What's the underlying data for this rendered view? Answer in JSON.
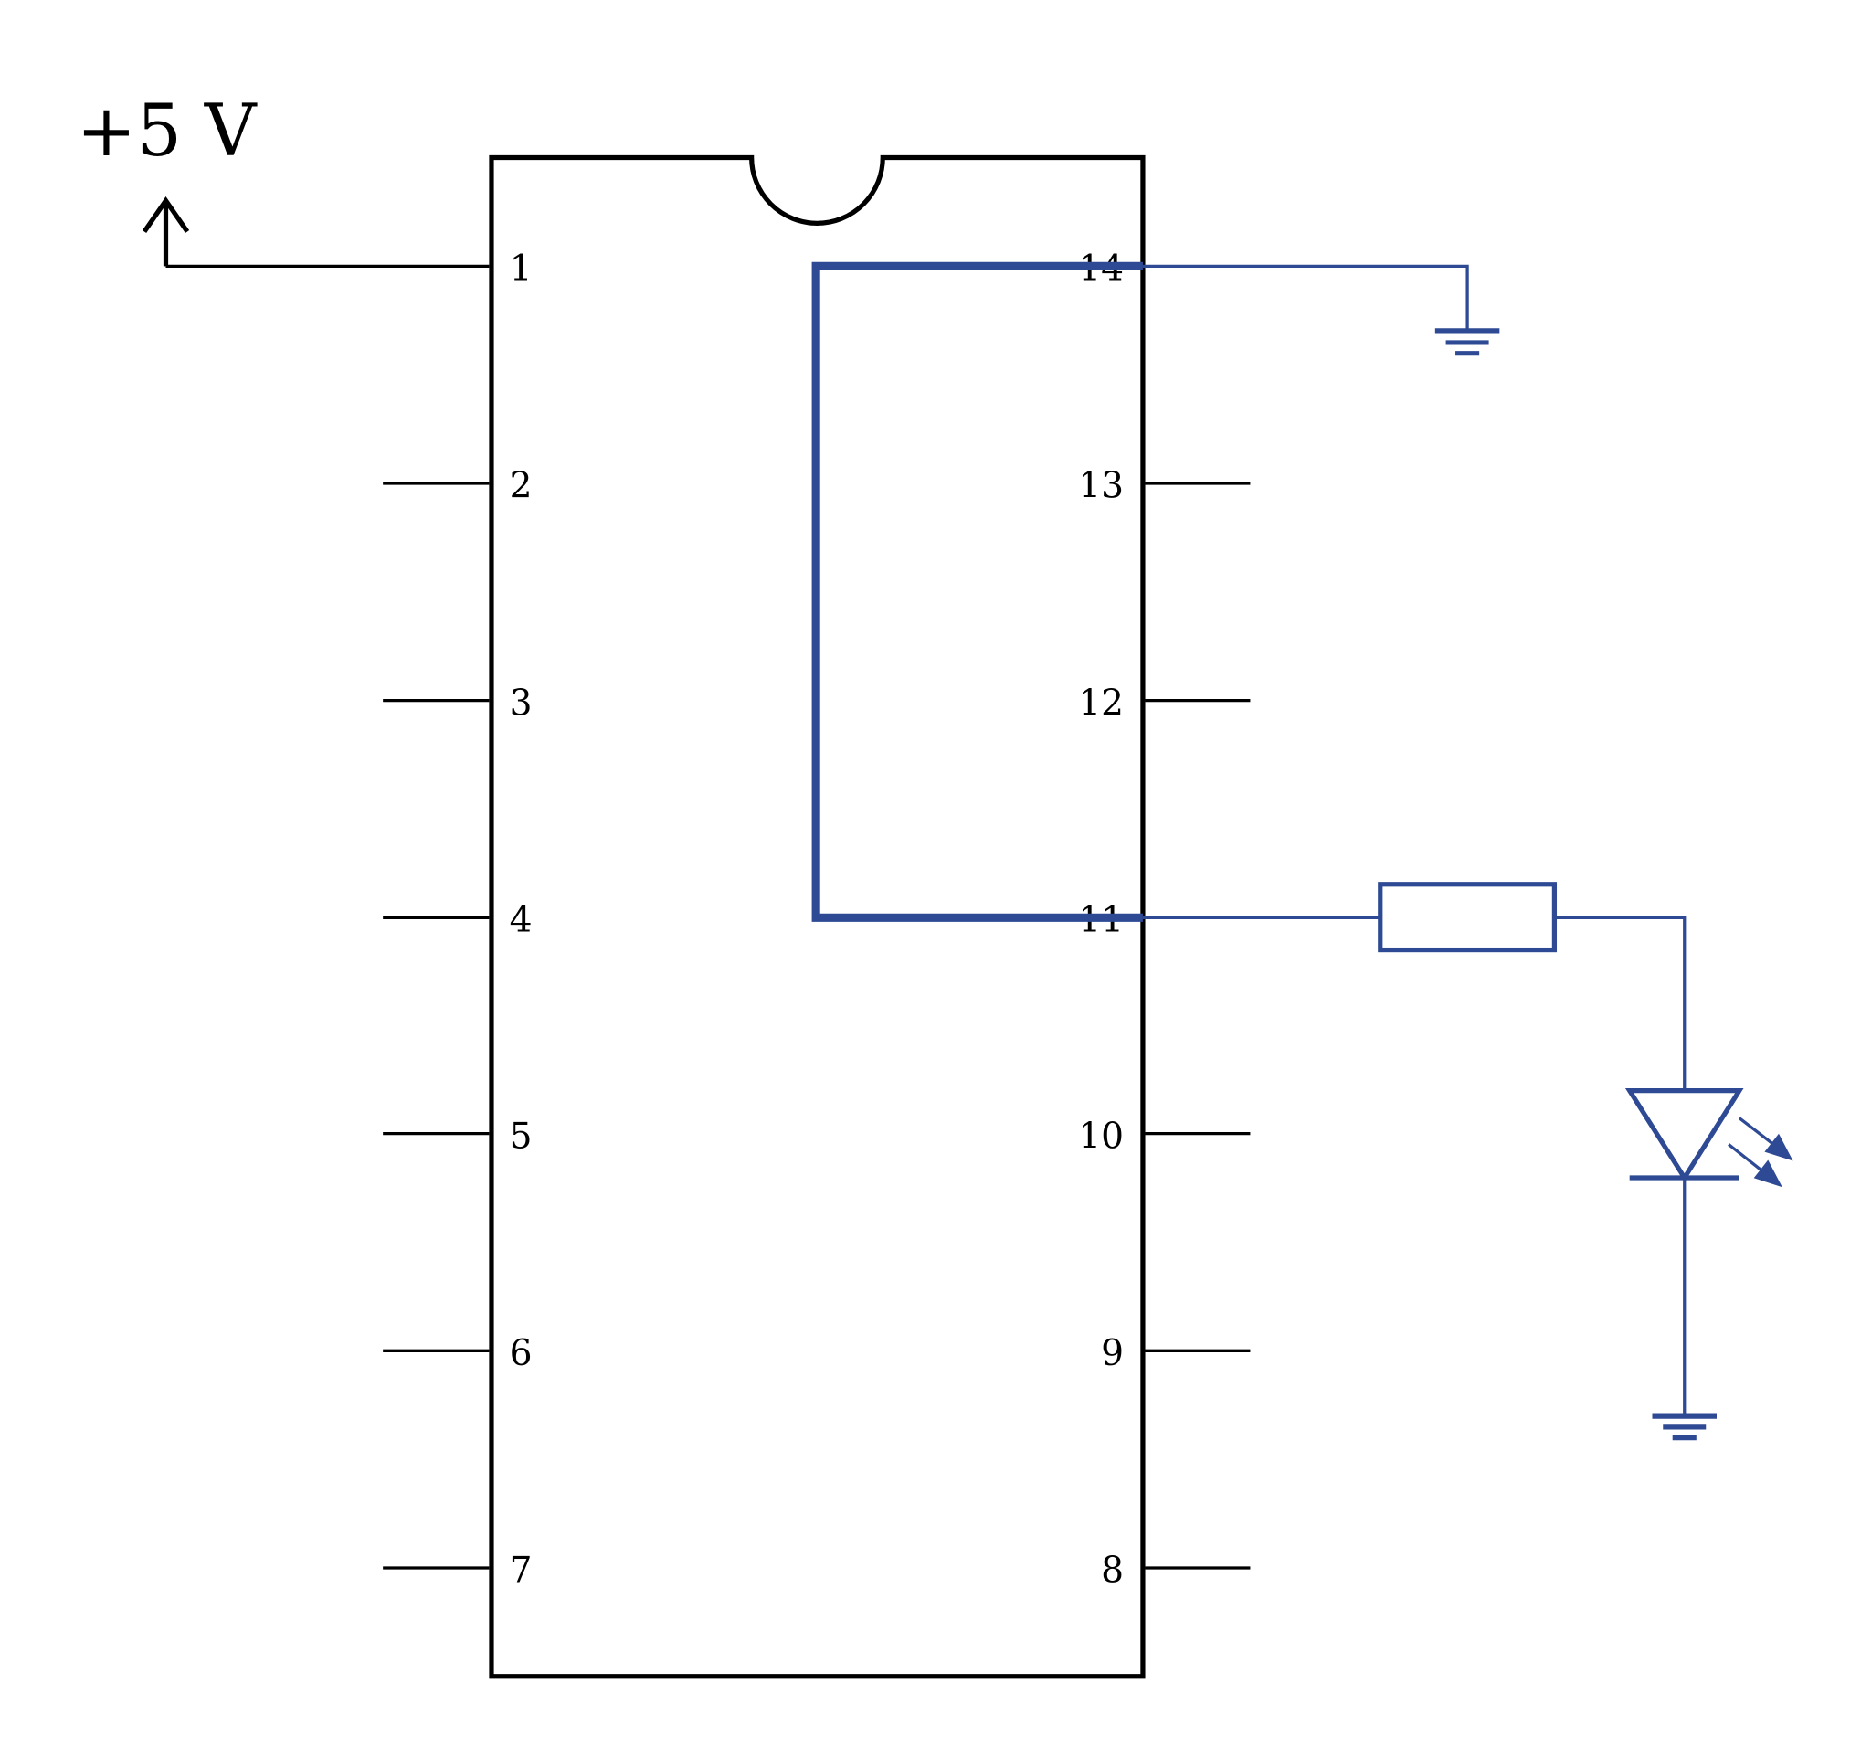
{
  "supply_label": "+5 V",
  "left_pins": [
    "1",
    "2",
    "3",
    "4",
    "5",
    "6",
    "7"
  ],
  "right_pins": [
    "14",
    "13",
    "12",
    "11",
    "10",
    "9",
    "8"
  ],
  "colors": {
    "wire": "#000000",
    "highlight": "#2e4a94"
  }
}
